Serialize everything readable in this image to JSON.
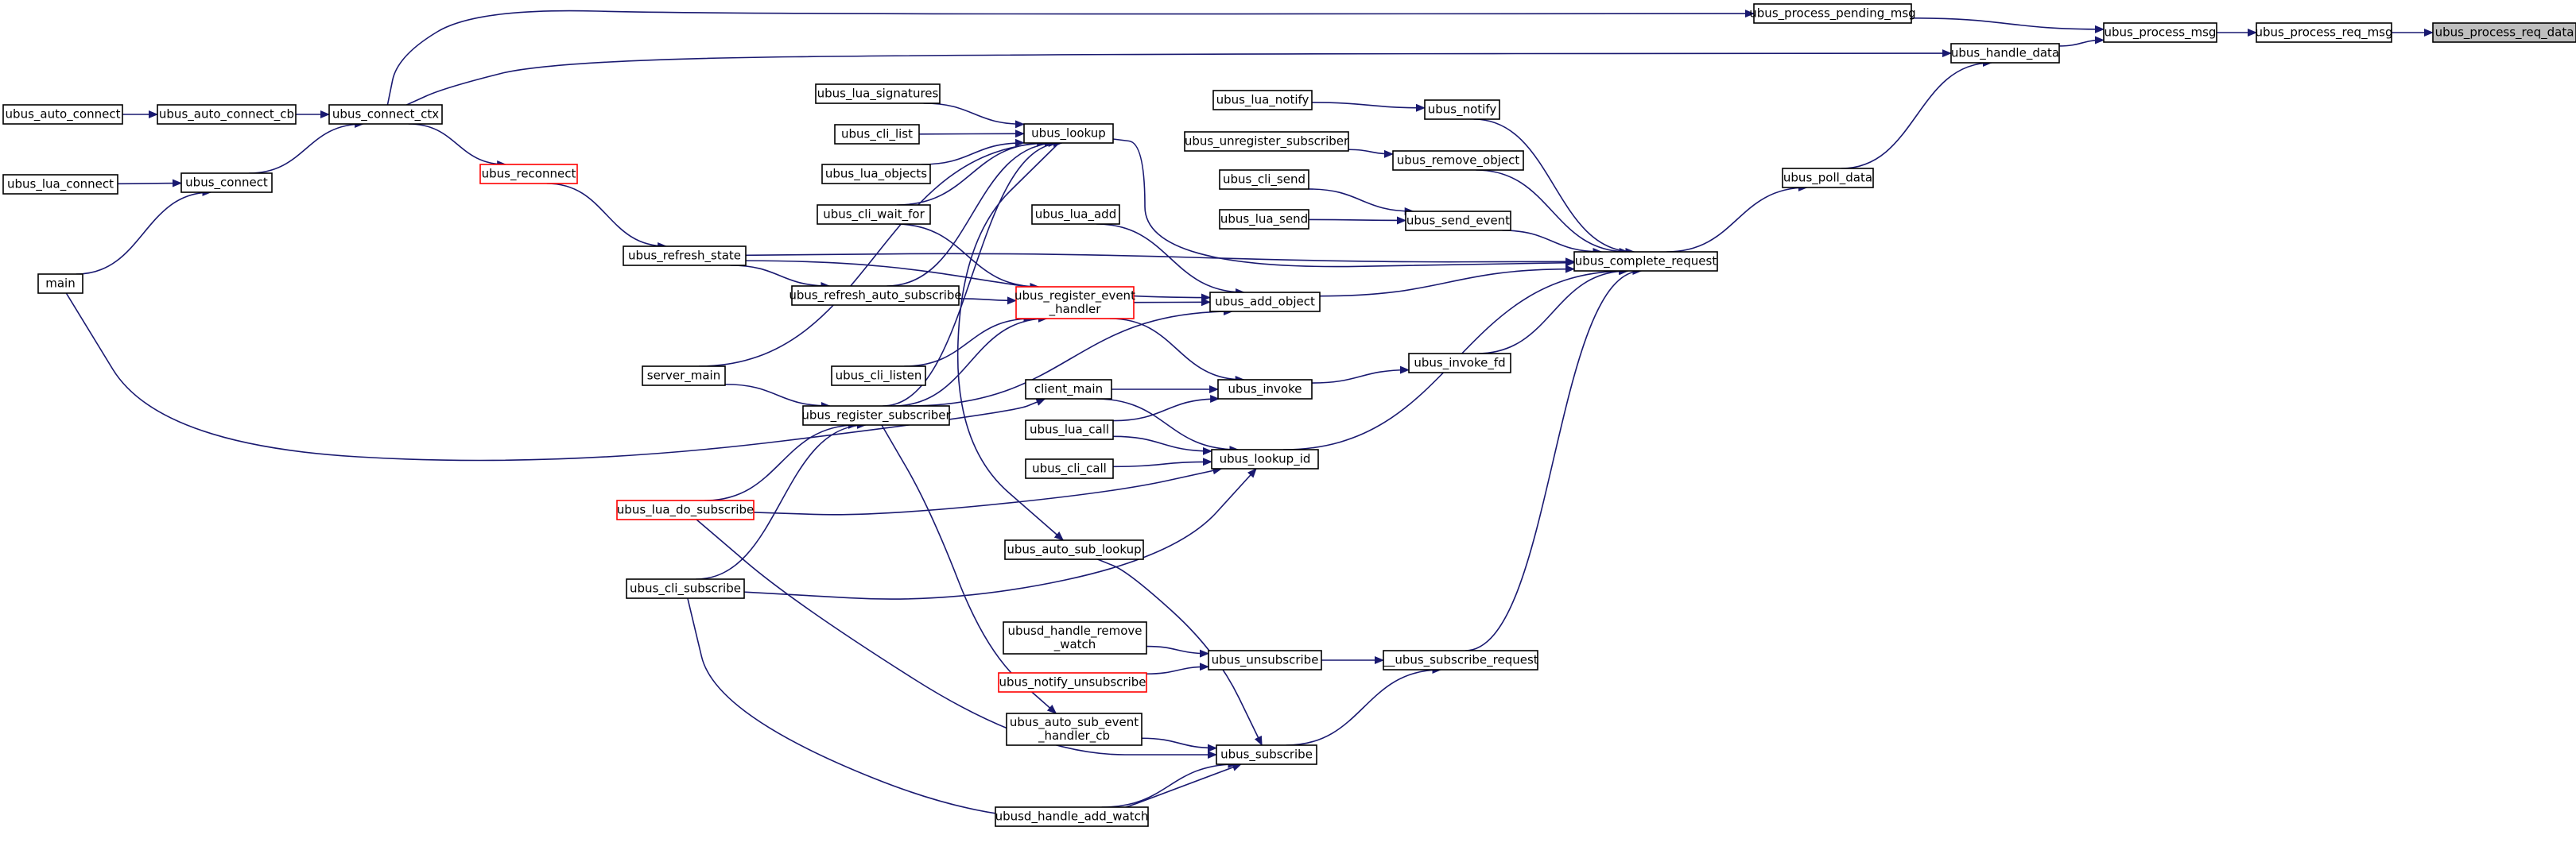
{
  "graph": {
    "edge_color": "#191970",
    "node_border_color": "#000000",
    "node_fill_color": "#ffffff",
    "highlight_border_color": "#ff0000",
    "current_fill_color": "#bfbfbf",
    "nodes": [
      {
        "id": "ubus_process_req_data",
        "lines": [
          "ubus_process_req_data"
        ],
        "current": true
      },
      {
        "id": "ubus_process_req_msg",
        "lines": [
          "ubus_process_req_msg"
        ]
      },
      {
        "id": "ubus_process_msg",
        "lines": [
          "ubus_process_msg"
        ]
      },
      {
        "id": "ubus_process_pending_msg",
        "lines": [
          "ubus_process_pending_msg"
        ]
      },
      {
        "id": "ubus_handle_data",
        "lines": [
          "ubus_handle_data"
        ]
      },
      {
        "id": "ubus_poll_data",
        "lines": [
          "ubus_poll_data"
        ]
      },
      {
        "id": "ubus_complete_request",
        "lines": [
          "ubus_complete_request"
        ]
      },
      {
        "id": "ubus_notify",
        "lines": [
          "ubus_notify"
        ]
      },
      {
        "id": "ubus_lua_notify",
        "lines": [
          "ubus_lua_notify"
        ]
      },
      {
        "id": "ubus_remove_object",
        "lines": [
          "ubus_remove_object"
        ]
      },
      {
        "id": "ubus_unregister_subscriber",
        "lines": [
          "ubus_unregister_subscriber"
        ]
      },
      {
        "id": "ubus_send_event",
        "lines": [
          "ubus_send_event"
        ]
      },
      {
        "id": "ubus_cli_send",
        "lines": [
          "ubus_cli_send"
        ]
      },
      {
        "id": "ubus_lua_send",
        "lines": [
          "ubus_lua_send"
        ]
      },
      {
        "id": "ubus_add_object",
        "lines": [
          "ubus_add_object"
        ]
      },
      {
        "id": "ubus_lua_add",
        "lines": [
          "ubus_lua_add"
        ]
      },
      {
        "id": "ubus_register_event_handler",
        "lines": [
          "ubus_register_event",
          "_handler"
        ],
        "highlight": true
      },
      {
        "id": "ubus_invoke_fd",
        "lines": [
          "ubus_invoke_fd"
        ]
      },
      {
        "id": "ubus_invoke",
        "lines": [
          "ubus_invoke"
        ]
      },
      {
        "id": "ubus_lookup_id",
        "lines": [
          "ubus_lookup_id"
        ]
      },
      {
        "id": "client_main",
        "lines": [
          "client_main"
        ]
      },
      {
        "id": "ubus_lua_call",
        "lines": [
          "ubus_lua_call"
        ]
      },
      {
        "id": "ubus_cli_call",
        "lines": [
          "ubus_cli_call"
        ]
      },
      {
        "id": "ubus_lookup",
        "lines": [
          "ubus_lookup"
        ]
      },
      {
        "id": "ubus_lua_signatures",
        "lines": [
          "ubus_lua_signatures"
        ]
      },
      {
        "id": "ubus_cli_list",
        "lines": [
          "ubus_cli_list"
        ]
      },
      {
        "id": "ubus_lua_objects",
        "lines": [
          "ubus_lua_objects"
        ]
      },
      {
        "id": "ubus_cli_wait_for",
        "lines": [
          "ubus_cli_wait_for"
        ]
      },
      {
        "id": "ubus_refresh_auto_subscribe",
        "lines": [
          "ubus_refresh_auto_subscribe"
        ]
      },
      {
        "id": "ubus_refresh_state",
        "lines": [
          "ubus_refresh_state"
        ]
      },
      {
        "id": "ubus_reconnect",
        "lines": [
          "ubus_reconnect"
        ],
        "highlight": true
      },
      {
        "id": "ubus_connect_ctx",
        "lines": [
          "ubus_connect_ctx"
        ]
      },
      {
        "id": "ubus_auto_connect_cb",
        "lines": [
          "ubus_auto_connect_cb"
        ]
      },
      {
        "id": "ubus_auto_connect",
        "lines": [
          "ubus_auto_connect"
        ]
      },
      {
        "id": "ubus_connect",
        "lines": [
          "ubus_connect"
        ]
      },
      {
        "id": "ubus_lua_connect",
        "lines": [
          "ubus_lua_connect"
        ]
      },
      {
        "id": "main",
        "lines": [
          "main"
        ]
      },
      {
        "id": "ubus_cli_listen",
        "lines": [
          "ubus_cli_listen"
        ]
      },
      {
        "id": "server_main",
        "lines": [
          "server_main"
        ]
      },
      {
        "id": "ubus_register_subscriber",
        "lines": [
          "ubus_register_subscriber"
        ]
      },
      {
        "id": "ubus_lua_do_subscribe",
        "lines": [
          "ubus_lua_do_subscribe"
        ],
        "highlight": true
      },
      {
        "id": "ubus_cli_subscribe",
        "lines": [
          "ubus_cli_subscribe"
        ]
      },
      {
        "id": "ubus_auto_sub_lookup",
        "lines": [
          "ubus_auto_sub_lookup"
        ]
      },
      {
        "id": "ubusd_handle_remove_watch",
        "lines": [
          "ubusd_handle_remove",
          "_watch"
        ]
      },
      {
        "id": "ubus_notify_unsubscribe",
        "lines": [
          "ubus_notify_unsubscribe"
        ],
        "highlight": true
      },
      {
        "id": "ubus_unsubscribe",
        "lines": [
          "ubus_unsubscribe"
        ]
      },
      {
        "id": "__ubus_subscribe_request",
        "lines": [
          "__ubus_subscribe_request"
        ]
      },
      {
        "id": "ubus_auto_sub_event_handler_cb",
        "lines": [
          "ubus_auto_sub_event",
          "_handler_cb"
        ]
      },
      {
        "id": "ubus_subscribe",
        "lines": [
          "ubus_subscribe"
        ]
      },
      {
        "id": "ubusd_handle_add_watch",
        "lines": [
          "ubusd_handle_add_watch"
        ]
      }
    ],
    "edges": [
      [
        "ubus_process_req_msg",
        "ubus_process_req_data"
      ],
      [
        "ubus_process_msg",
        "ubus_process_req_msg"
      ],
      [
        "ubus_process_pending_msg",
        "ubus_process_msg"
      ],
      [
        "ubus_handle_data",
        "ubus_process_msg"
      ],
      [
        "ubus_poll_data",
        "ubus_handle_data"
      ],
      [
        "ubus_connect_ctx",
        "ubus_process_pending_msg"
      ],
      [
        "ubus_connect_ctx",
        "ubus_handle_data"
      ],
      [
        "ubus_complete_request",
        "ubus_poll_data"
      ],
      [
        "ubus_notify",
        "ubus_complete_request"
      ],
      [
        "ubus_remove_object",
        "ubus_complete_request"
      ],
      [
        "ubus_send_event",
        "ubus_complete_request"
      ],
      [
        "ubus_add_object",
        "ubus_complete_request"
      ],
      [
        "ubus_invoke_fd",
        "ubus_complete_request"
      ],
      [
        "ubus_lookup_id",
        "ubus_complete_request"
      ],
      [
        "ubus_lookup",
        "ubus_complete_request"
      ],
      [
        "ubus_refresh_state",
        "ubus_complete_request"
      ],
      [
        "__ubus_subscribe_request",
        "ubus_complete_request"
      ],
      [
        "ubus_lua_notify",
        "ubus_notify"
      ],
      [
        "ubus_unregister_subscriber",
        "ubus_remove_object"
      ],
      [
        "ubus_cli_send",
        "ubus_send_event"
      ],
      [
        "ubus_lua_send",
        "ubus_send_event"
      ],
      [
        "ubus_lua_add",
        "ubus_add_object"
      ],
      [
        "ubus_register_event_handler",
        "ubus_add_object"
      ],
      [
        "ubus_refresh_state",
        "ubus_add_object"
      ],
      [
        "ubus_register_subscriber",
        "ubus_add_object"
      ],
      [
        "ubus_invoke",
        "ubus_invoke_fd"
      ],
      [
        "client_main",
        "ubus_invoke"
      ],
      [
        "ubus_lua_call",
        "ubus_invoke"
      ],
      [
        "ubus_register_event_handler",
        "ubus_invoke"
      ],
      [
        "client_main",
        "ubus_lookup_id"
      ],
      [
        "ubus_lua_call",
        "ubus_lookup_id"
      ],
      [
        "ubus_cli_call",
        "ubus_lookup_id"
      ],
      [
        "ubus_lua_do_subscribe",
        "ubus_lookup_id"
      ],
      [
        "ubus_cli_subscribe",
        "ubus_lookup_id"
      ],
      [
        "ubus_lua_signatures",
        "ubus_lookup"
      ],
      [
        "ubus_cli_list",
        "ubus_lookup"
      ],
      [
        "ubus_lua_objects",
        "ubus_lookup"
      ],
      [
        "ubus_cli_wait_for",
        "ubus_lookup"
      ],
      [
        "ubus_refresh_auto_subscribe",
        "ubus_lookup"
      ],
      [
        "ubus_register_subscriber",
        "ubus_lookup"
      ],
      [
        "ubus_cli_wait_for",
        "ubus_register_event_handler"
      ],
      [
        "ubus_refresh_auto_subscribe",
        "ubus_register_event_handler"
      ],
      [
        "ubus_cli_listen",
        "ubus_register_event_handler"
      ],
      [
        "ubus_register_subscriber",
        "ubus_register_event_handler"
      ],
      [
        "ubus_refresh_state",
        "ubus_refresh_auto_subscribe"
      ],
      [
        "ubus_reconnect",
        "ubus_refresh_state"
      ],
      [
        "ubus_connect_ctx",
        "ubus_reconnect"
      ],
      [
        "ubus_auto_connect_cb",
        "ubus_connect_ctx"
      ],
      [
        "ubus_connect",
        "ubus_connect_ctx"
      ],
      [
        "ubus_auto_connect",
        "ubus_auto_connect_cb"
      ],
      [
        "ubus_lua_connect",
        "ubus_connect"
      ],
      [
        "main",
        "ubus_connect"
      ],
      [
        "main",
        "client_main"
      ],
      [
        "server_main",
        "ubus_register_subscriber"
      ],
      [
        "server_main",
        "ubus_lookup"
      ],
      [
        "ubus_lua_do_subscribe",
        "ubus_register_subscriber"
      ],
      [
        "ubus_cli_subscribe",
        "ubus_register_subscriber"
      ],
      [
        "ubus_lookup",
        "ubus_auto_sub_lookup"
      ],
      [
        "ubus_register_subscriber",
        "ubus_auto_sub_event_handler_cb"
      ],
      [
        "ubusd_handle_remove_watch",
        "ubus_unsubscribe"
      ],
      [
        "ubus_notify_unsubscribe",
        "ubus_unsubscribe"
      ],
      [
        "ubus_unsubscribe",
        "__ubus_subscribe_request"
      ],
      [
        "ubus_subscribe",
        "__ubus_subscribe_request"
      ],
      [
        "ubus_auto_sub_lookup",
        "ubus_subscribe"
      ],
      [
        "ubus_auto_sub_event_handler_cb",
        "ubus_subscribe"
      ],
      [
        "ubusd_handle_add_watch",
        "ubus_subscribe"
      ],
      [
        "ubus_lua_do_subscribe",
        "ubus_subscribe"
      ],
      [
        "ubus_cli_subscribe",
        "ubus_subscribe"
      ]
    ]
  }
}
